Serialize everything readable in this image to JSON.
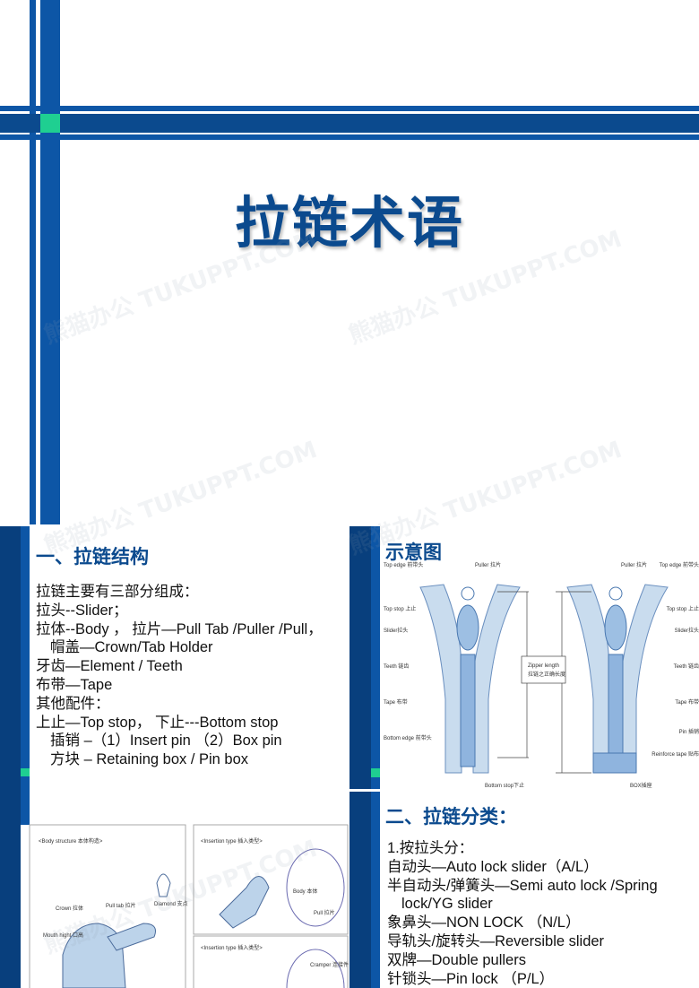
{
  "slide1": {
    "title": "拉链术语",
    "colors": {
      "navy": "#0b4a8e",
      "blue": "#0d56a6",
      "accent": "#1fcf91"
    }
  },
  "watermark": "熊猫办公 TUKUPPT.COM",
  "slide2": {
    "heading": "一、拉链结构",
    "lines": [
      "拉链主要有三部分组成：",
      "拉头--Slider；",
      "拉体--Body ， 拉片—Pull Tab /Puller /Pull，",
      "帽盖—Crown/Tab Holder",
      "牙齿—Element / Teeth",
      "布带—Tape",
      "其他配件：",
      "上止—Top stop， 下止---Bottom stop",
      "插销 –（1）Insert pin （2）Box pin",
      "方块 – Retaining box / Pin box"
    ],
    "figures": {
      "body_structure": "<Body structure 本体构造>",
      "insertion_type_1": "<Insertion type 插入类型>",
      "insertion_type_2": "<Insertion type 插入类型>",
      "labels": {
        "crown": "Crown 拉体",
        "pull_tab": "Pull tab 拉片",
        "diamond": "Diamond 支点",
        "mouth_height": "Mouth hight 口高",
        "body": "Body 本体",
        "pull": "Pull 拉片",
        "cramper": "Cramper 连接件"
      }
    }
  },
  "slide3": {
    "heading": "示意图",
    "left_labels": [
      "Top edge 前带头",
      "Top stop 上止",
      "Slider拉头",
      "Teeth 链齿",
      "Tape 布带",
      "Bottom edge 前带头"
    ],
    "top_labels": [
      "Puller 拉片",
      "Puller 拉片"
    ],
    "right_labels": [
      "Top edge 前带头",
      "Top stop 上止",
      "Slider拉头",
      "Teeth 链齿",
      "Tape 布带",
      "Pin 插销",
      "Reinforce tape 贴布"
    ],
    "bottom_labels": [
      "Bottom stop下止",
      "BOX插座"
    ],
    "zipper_length": [
      "Zipper length",
      "拉链之正确长度"
    ]
  },
  "slide4": {
    "heading": "二、拉链分类：",
    "lines": [
      "1.按拉头分：",
      "自动头—Auto lock slider（A/L）",
      "半自动头/弹簧头—Semi auto lock /Spring",
      "lock/YG slider",
      "象鼻头—NON LOCK （N/L）",
      "导轨头/旋转头—Reversible slider",
      "双牌—Double pullers",
      "针锁头—Pin lock （P/L）"
    ]
  }
}
